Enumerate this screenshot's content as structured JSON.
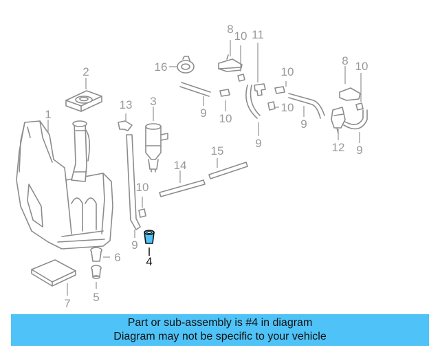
{
  "highlight": {
    "color": "#4fc3f7",
    "part_number": "4"
  },
  "callouts": [
    "1",
    "2",
    "3",
    "4",
    "5",
    "6",
    "7",
    "8",
    "8",
    "9",
    "9",
    "9",
    "9",
    "9",
    "10",
    "10",
    "10",
    "10",
    "10",
    "10",
    "11",
    "12",
    "13",
    "14",
    "15",
    "16"
  ],
  "banner": {
    "line1": "Part or sub-assembly is #4 in diagram",
    "line2": "Diagram may not be specific to your vehicle"
  }
}
